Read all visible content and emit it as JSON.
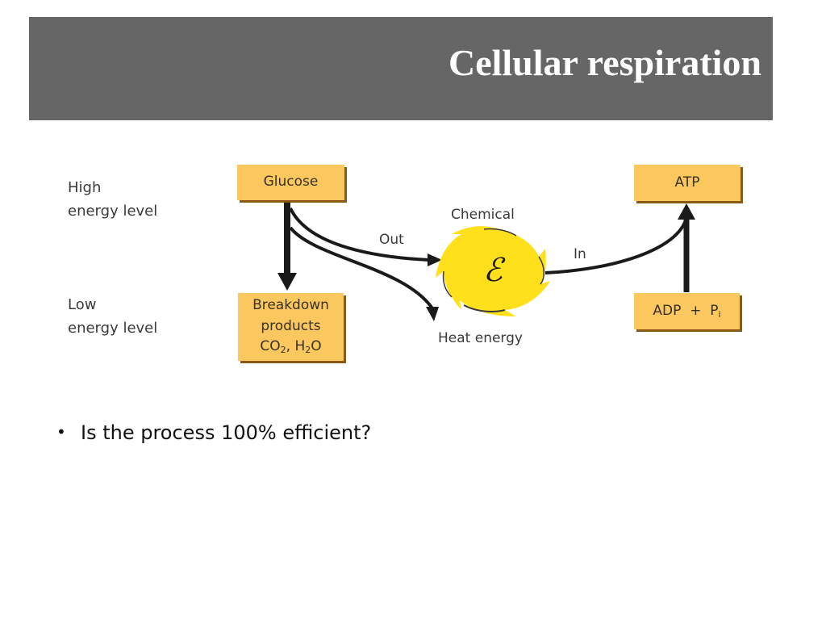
{
  "slide": {
    "title": "Cellular respiration",
    "colors": {
      "title_bar": "#666666",
      "title_text": "#ffffff",
      "box_fill": "#fbc860",
      "box_shadow": "#8a5a14",
      "energy_burst": "#ffe01a",
      "arrow": "#1a1a1a"
    },
    "diagram": {
      "levels": {
        "high": [
          "High",
          "energy level"
        ],
        "low": [
          "Low",
          "energy level"
        ]
      },
      "boxes": {
        "glucose": "Glucose",
        "breakdown_line1": "Breakdown",
        "breakdown_line2": "products",
        "breakdown_co": "CO",
        "breakdown_co_sub": "2",
        "breakdown_sep": ", H",
        "breakdown_h_sub": "2",
        "breakdown_o": "O",
        "atp": "ATP",
        "adp_main": "ADP  +  P",
        "adp_sub": "i"
      },
      "labels": {
        "chemical": "Chemical",
        "out": "Out",
        "in": "In",
        "heat": "Heat energy",
        "energy_symbol": "ℰ"
      }
    },
    "bullets": [
      {
        "marker": "•",
        "text": "Is the process 100% efficient?"
      }
    ]
  }
}
